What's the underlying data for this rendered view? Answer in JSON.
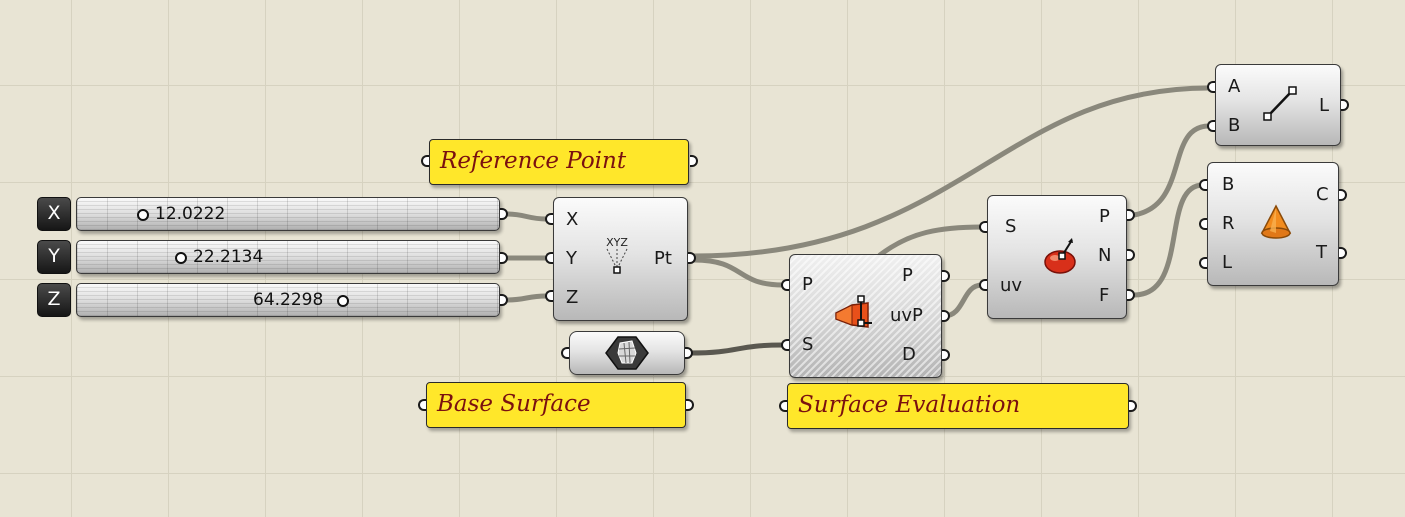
{
  "canvas": {
    "background_color": "#e8e4d4",
    "grid_color": "#d6d2c0",
    "wire_color": "#8a887c"
  },
  "panels": {
    "reference_point": "Reference Point",
    "base_surface": "Base Surface",
    "surface_evaluation": "Surface Evaluation"
  },
  "sliders": [
    {
      "axis": "X",
      "value": "12.0222"
    },
    {
      "axis": "Y",
      "value": "22.2134"
    },
    {
      "axis": "Z",
      "value": "64.2298"
    }
  ],
  "construct_point": {
    "icon": "construct-point-xyz-icon",
    "icon_text": "XYZ",
    "inputs": [
      "X",
      "Y",
      "Z"
    ],
    "outputs": [
      "Pt"
    ]
  },
  "surface_param": {
    "icon": "surface-param-icon"
  },
  "closest_point": {
    "icon": "surface-closest-point-icon",
    "inputs": [
      "P",
      "S"
    ],
    "outputs": [
      "P",
      "uvP",
      "D"
    ]
  },
  "evaluate_surface": {
    "icon": "evaluate-surface-icon",
    "inputs": [
      "S",
      "uv"
    ],
    "outputs": [
      "P",
      "N",
      "F"
    ]
  },
  "line": {
    "icon": "line-icon",
    "inputs": [
      "A",
      "B"
    ],
    "outputs": [
      "L"
    ]
  },
  "cone": {
    "icon": "cone-icon",
    "inputs": [
      "B",
      "R",
      "L"
    ],
    "outputs": [
      "C",
      "T"
    ]
  }
}
